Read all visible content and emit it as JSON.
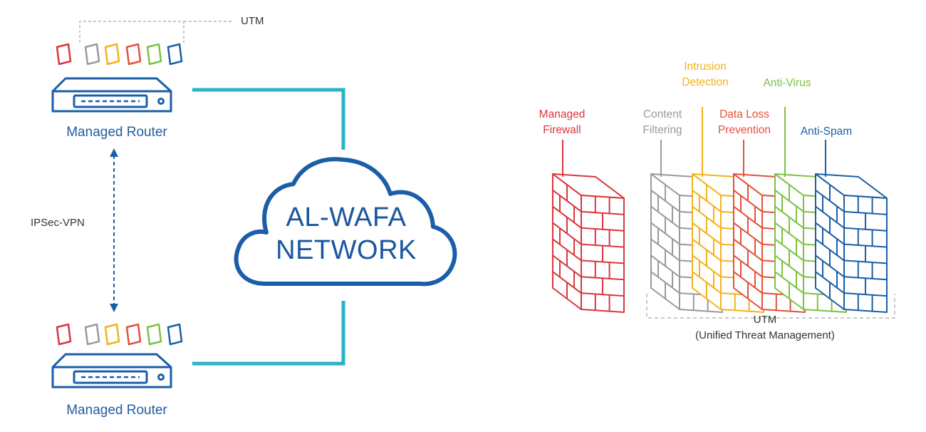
{
  "network": {
    "top_router": {
      "label": "Managed Router"
    },
    "bottom_router": {
      "label": "Managed Router"
    },
    "utm_label": "UTM",
    "vpn_label": "IPSec-VPN",
    "cloud": {
      "line1": "AL-WAFA",
      "line2": "NETWORK"
    }
  },
  "utm_walls": {
    "walls": [
      {
        "line1": "Managed",
        "line2": "Firewall",
        "color": "#d9363e"
      },
      {
        "line1": "Content",
        "line2": "Filtering",
        "color": "#9a9a9a"
      },
      {
        "line1": "Intrusion",
        "line2": "Detection",
        "color": "#f2b21b"
      },
      {
        "line1": "Data Loss",
        "line2": "Prevention",
        "color": "#e2523a"
      },
      {
        "line1": "Anti-Virus",
        "line2": "",
        "color": "#7cc243"
      },
      {
        "line1": "Anti-Spam",
        "line2": "",
        "color": "#1b5ea8"
      }
    ],
    "utm_title": "UTM",
    "utm_subtitle": "(Unified Threat Management)"
  },
  "colors": {
    "teal": "#2ab3c5",
    "blue": "#1b5ea8",
    "square_colors": [
      "#d9363e",
      "#9a9a9a",
      "#f2b21b",
      "#e2523a",
      "#7cc243",
      "#1b5ea8"
    ]
  }
}
